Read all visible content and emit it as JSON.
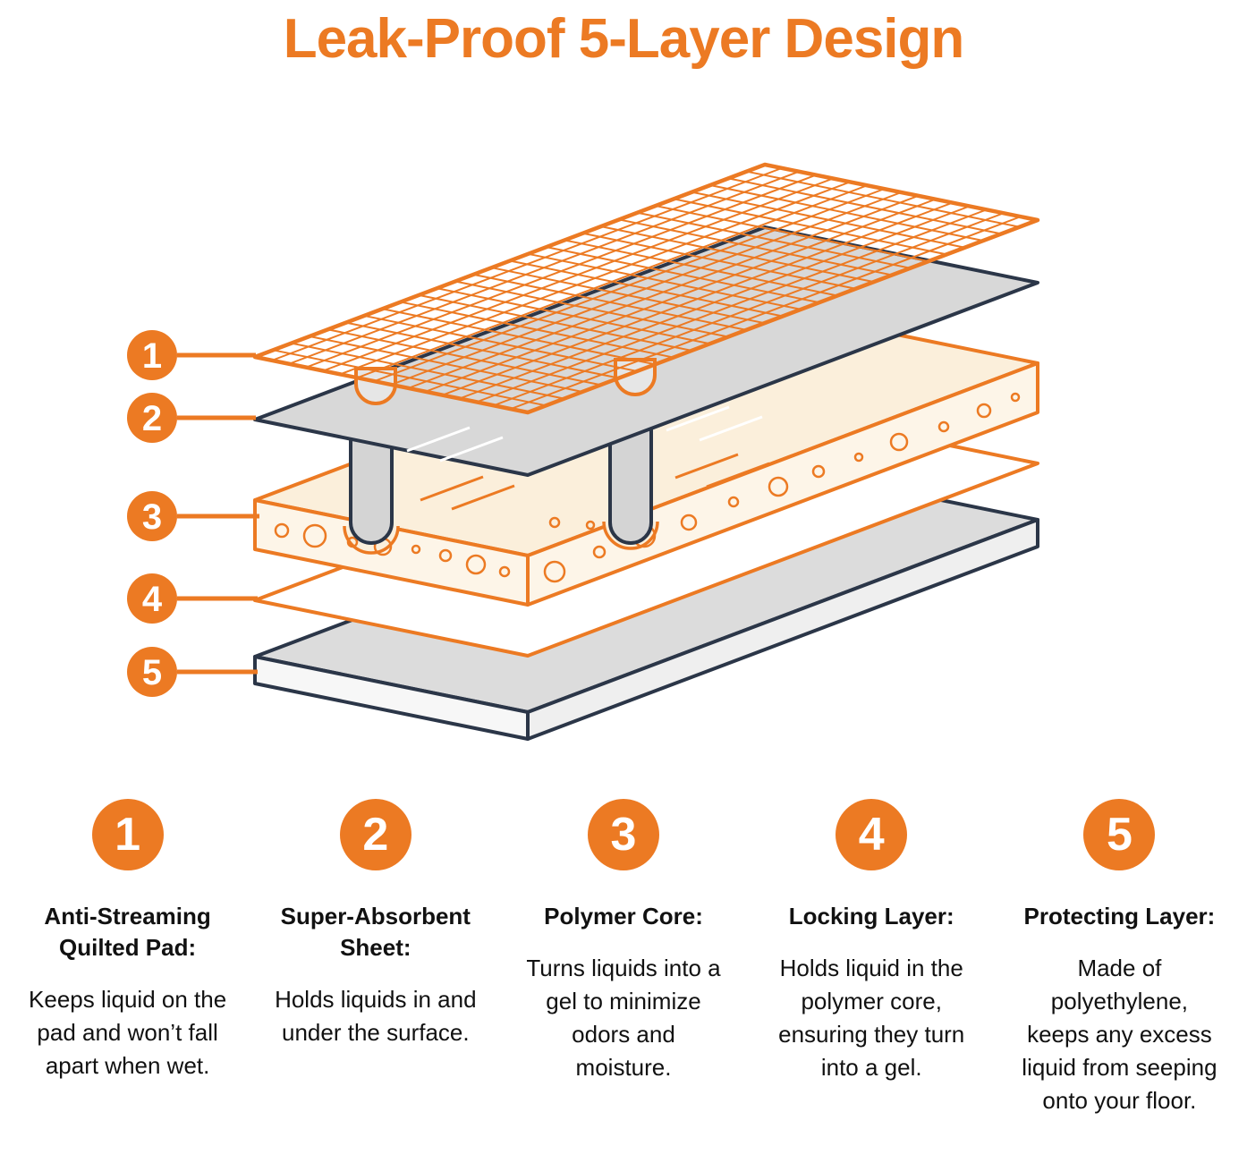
{
  "title": "Leak-Proof 5-Layer Design",
  "colors": {
    "accent_orange": "#EC7A23",
    "outline_navy": "#2B3648",
    "sheet_gray": "#D8D8D8",
    "core_cream": "#FBEFDB",
    "text": "#111111",
    "background": "#FFFFFF"
  },
  "diagram": {
    "callouts": [
      {
        "number": "1"
      },
      {
        "number": "2"
      },
      {
        "number": "3"
      },
      {
        "number": "4"
      },
      {
        "number": "5"
      }
    ]
  },
  "legend": [
    {
      "number": "1",
      "heading": "Anti-Streaming Quilted Pad:",
      "body": "Keeps liquid on the pad and won’t fall apart when wet."
    },
    {
      "number": "2",
      "heading": "Super-Absorbent Sheet:",
      "body": "Holds liquids in and under the surface."
    },
    {
      "number": "3",
      "heading": "Polymer Core:",
      "body": "Turns liquids into a gel to minimize odors and moisture."
    },
    {
      "number": "4",
      "heading": "Locking Layer:",
      "body": "Holds liquid in the polymer core, ensuring they turn into a gel."
    },
    {
      "number": "5",
      "heading": "Protecting Layer:",
      "body": "Made of polyethylene, keeps any excess liquid from seeping onto your floor."
    }
  ]
}
